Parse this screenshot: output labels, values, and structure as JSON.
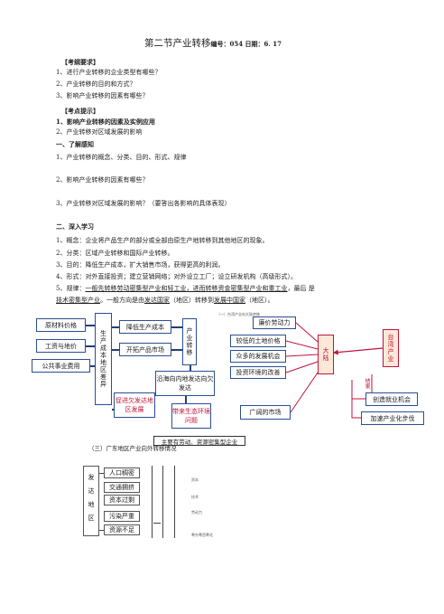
{
  "header": {
    "title": "第二节产业转移",
    "meta": "编号：054 日期：6. 17"
  },
  "sec1": {
    "heading": "【考纲要求】",
    "items": [
      "1、进行产业转移的企业类型有哪些？",
      "2、产业转移的目的和方式？",
      "3、影响产业转移的因素有哪些？"
    ]
  },
  "sec2": {
    "heading": "【考点提示】",
    "items": [
      "1、影响产业转移的因素及实例应用",
      "2、产业转移对区域发展的影响"
    ]
  },
  "sec3": {
    "heading": "一、了解感知",
    "items": [
      "1、产业转移的概念、分类、目的、形式、规律",
      "2、影响产业转移的因素有哪些？",
      "3、产业转移对区域发展的影响？（要答出各影响的具体表现）"
    ]
  },
  "sec4": {
    "heading": "二、深入学习",
    "items": [
      "1、概念：企业将产品生产的部分或全部由原生产地转移到其他地区的现象。",
      "2、分类：区域产业转移和国际产业转移。",
      "3、目的：降低生产成本，扩大销售市场，获得更高的利润。",
      "4、形式：对外直接投资；建立营销网络；对外设立工厂；设立研发机构（高级形式）。"
    ],
    "rule_prefix": "5、规律：",
    "rule_a": "一般先转移劳动密集型产业和轻工业",
    "rule_b": "，进而转移资金密集型产业和重工业",
    "rule_c": "，最后 是",
    "rule_d": "技术密集型产业",
    "rule_e": "。一般方向是由",
    "rule_f": "发达国家",
    "rule_g": "（地区）转移到",
    "rule_h": "发展中国家",
    "rule_i": "（地区）。"
  },
  "diagram1": {
    "left": [
      "原材料价格",
      "工资与地价",
      "公共事业费用"
    ],
    "center": "生产成本地区差异",
    "mid": [
      "降低生产成本",
      "开拓产品市场"
    ],
    "right": "产业转移",
    "bottom": "沿海向内地发达向欠发达",
    "result1": "促进欠发达地区发展",
    "result2": "带来生态环境问题"
  },
  "diagram2": {
    "caption": "（一）台湾产业向大陆转移",
    "left": [
      "廉价劳动力",
      "较低的土地价格",
      "众多的发展机会",
      "投资环境的改善",
      "广阔的市场"
    ],
    "center": "大陆",
    "right": "台湾产业",
    "tag": "结果",
    "outcomes": [
      "创造就业机会",
      "加速产业化步伐"
    ]
  },
  "diagram3": {
    "banner": "主要有劳动、资源密集型企业",
    "caption": "（三）广东地区产业向外转移情况",
    "vertical": "发达地区",
    "items": [
      "人口稠密",
      "交通拥挤",
      "资本过剩",
      "污染严重",
      "资源不足"
    ],
    "right_notes": [
      "资本",
      "技术",
      "劳动力",
      "粤东粤西粤北"
    ]
  }
}
